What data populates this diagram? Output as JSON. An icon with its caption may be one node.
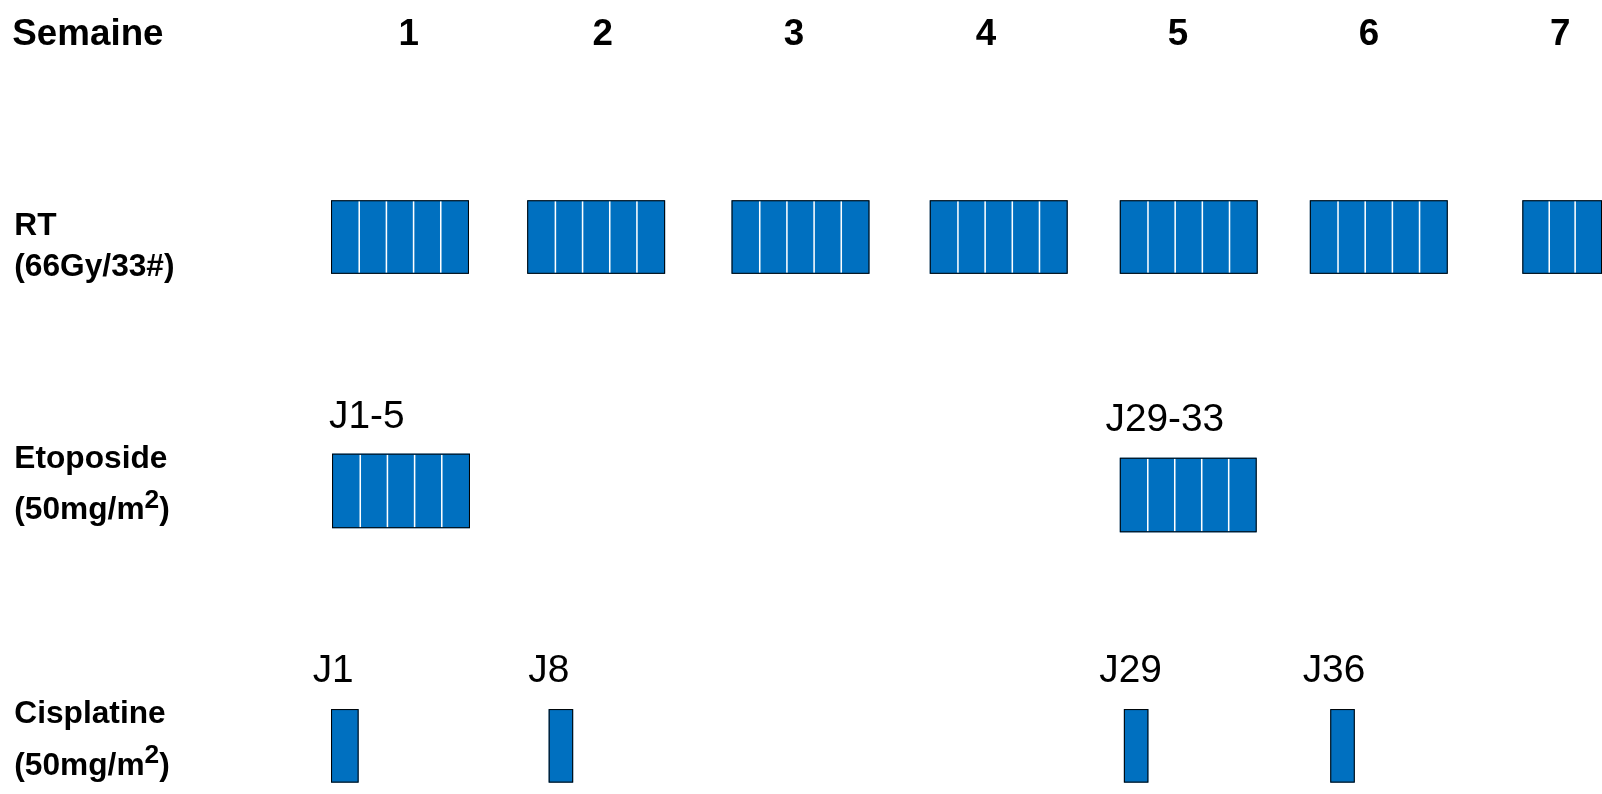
{
  "diagram": {
    "nodes": [
      {
        "text": [],
        "shape": "bar"
      },
      {
        "text": [],
        "shape": "bar"
      },
      {
        "text": [],
        "shape": "bar"
      },
      {
        "text": [],
        "shape": "bar"
      },
      {
        "text": [],
        "shape": "bar"
      },
      {
        "text": [],
        "shape": "bar"
      },
      {
        "text": [],
        "shape": "bar"
      },
      {
        "text": [],
        "shape": "bar",
        "beside": [
          "J1-5"
        ]
      },
      {
        "text": [],
        "shape": "bar",
        "beside": [
          "J29-33"
        ]
      },
      {
        "text": [],
        "shape": "bar",
        "beside": [
          "J1"
        ]
      },
      {
        "text": [],
        "shape": "bar",
        "beside": [
          "J8"
        ]
      },
      {
        "text": [],
        "shape": "bar",
        "beside": [
          "J29"
        ]
      },
      {
        "text": [],
        "shape": "bar",
        "beside": [
          "J36"
        ]
      }
    ],
    "edges": [],
    "labels": [
      "Semaine",
      "1",
      "2",
      "3",
      "4",
      "5",
      "6",
      "7",
      "RT (66Gy/33#)",
      "Etoposide (50mg/m$^{2}$)",
      "Cisplatine (50mg/m$^{2}$)"
    ]
  }
}
